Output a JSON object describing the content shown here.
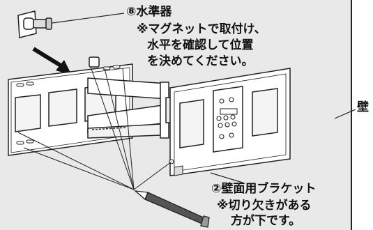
{
  "labels": {
    "level": {
      "title": "⑧水準器",
      "note_lines": [
        "※マグネットで取付け、",
        "水平を確認して位置",
        "を決めてください。"
      ]
    },
    "wall": "壁",
    "bracket": {
      "title": "②壁面用ブラケット",
      "note_lines": [
        "※切り欠きがある",
        "方が下です。"
      ]
    }
  },
  "icons": [
    "level-icon",
    "arrow-icon",
    "pencil-icon"
  ],
  "colors": {
    "wall_fill": "#e9e9e9",
    "bracket_fill": "#ffffff",
    "line": "#222222"
  }
}
